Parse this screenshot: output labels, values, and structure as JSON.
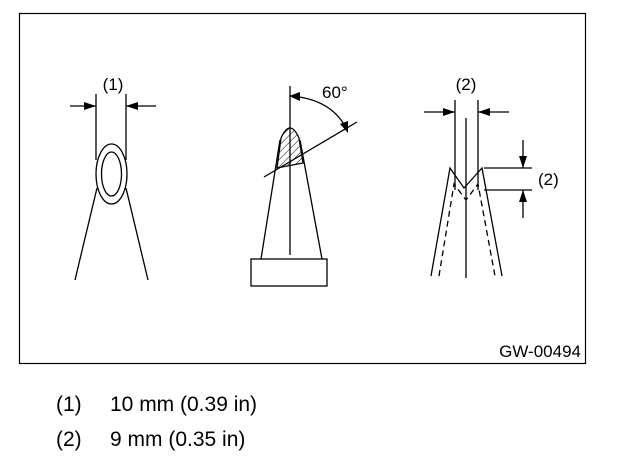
{
  "diagram": {
    "figure_id": "GW-00494",
    "angle_label": "60°",
    "callout_1": "(1)",
    "callout_2_top": "(2)",
    "callout_2_side": "(2)"
  },
  "legend": [
    {
      "num": "(1)",
      "text": "10 mm (0.39 in)"
    },
    {
      "num": "(2)",
      "text": "9 mm (0.35 in)"
    }
  ]
}
